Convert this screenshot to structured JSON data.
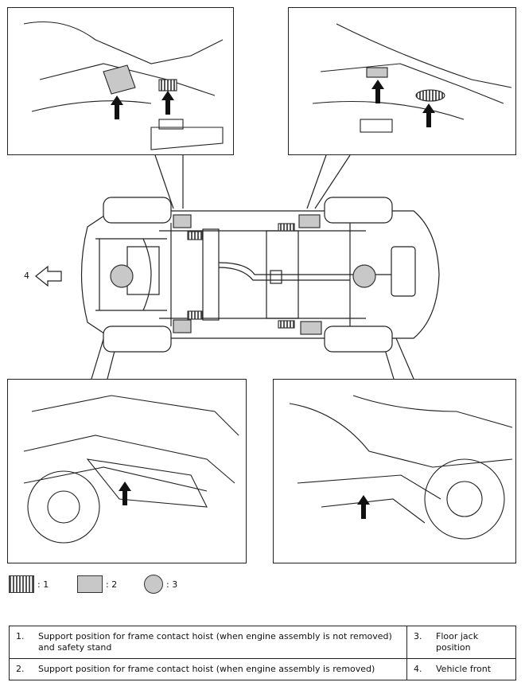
{
  "callout": {
    "vehicle_front_marker": "4"
  },
  "legend": [
    {
      "id": "1",
      "label": ": 1",
      "pattern": "striped",
      "color": "#555555"
    },
    {
      "id": "2",
      "label": ": 2",
      "pattern": "solid",
      "color": "#c8c8c8"
    },
    {
      "id": "3",
      "label": ": 3",
      "pattern": "circle",
      "color": "#c8c8c8"
    }
  ],
  "key": [
    [
      {
        "num": "1.",
        "text": "Support position for frame contact hoist (when engine assembly is not removed) and safety stand"
      },
      {
        "num": "3.",
        "text": "Floor jack position"
      }
    ],
    [
      {
        "num": "2.",
        "text": "Support position for frame contact hoist (when engine assembly is removed)"
      },
      {
        "num": "4.",
        "text": "Vehicle front"
      }
    ]
  ]
}
